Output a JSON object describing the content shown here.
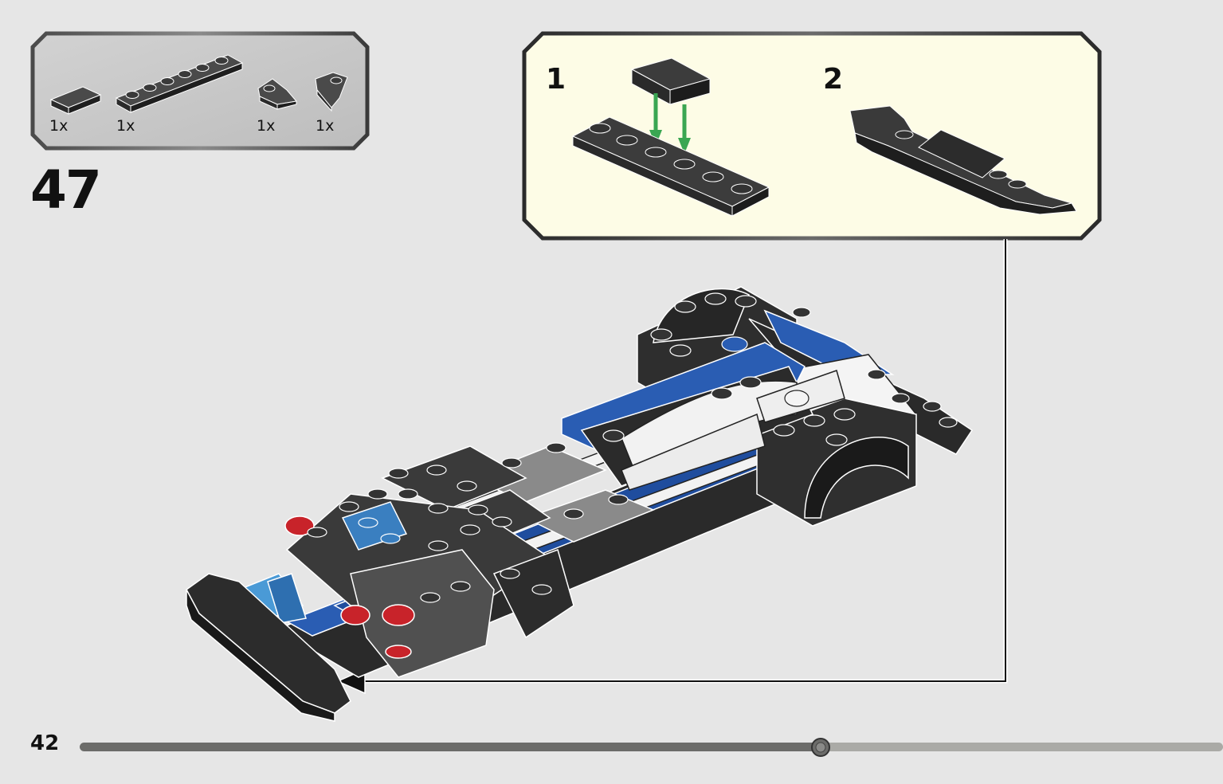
{
  "parts_list": {
    "items": [
      {
        "qty": "1x",
        "part": "plate 1x2 dark grey"
      },
      {
        "qty": "1x",
        "part": "plate 1x6 dark grey"
      },
      {
        "qty": "1x",
        "part": "wedge plate dark grey"
      },
      {
        "qty": "1x",
        "part": "wedge plate dark grey"
      }
    ]
  },
  "step": {
    "number": "47"
  },
  "sub_assembly": {
    "steps": [
      {
        "label": "1"
      },
      {
        "label": "2"
      }
    ]
  },
  "footer": {
    "page_number": "42",
    "progress": 0.648
  },
  "colors": {
    "page_background": "#e6e6e6",
    "sub_assembly_background": "#fdfce6",
    "parts_box_background": "#c8c8c8",
    "brick_dark_grey": "#3a3a3a",
    "brick_blue": "#2a5db3",
    "brick_red": "#c8232a",
    "arrow_green": "#3aa652"
  }
}
